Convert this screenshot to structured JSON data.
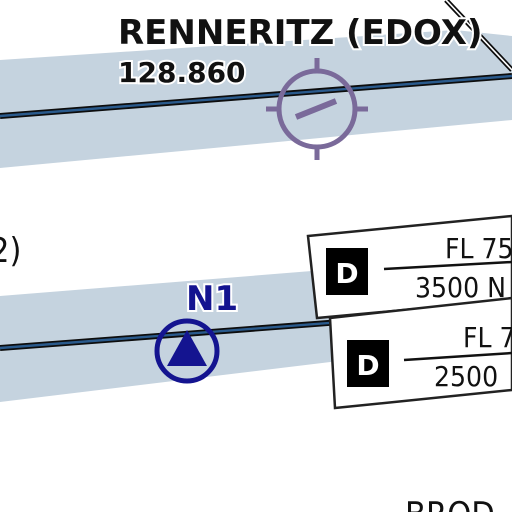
{
  "map": {
    "colors": {
      "background": "#ffffff",
      "airspace_band": "#c5d3df",
      "route_line": "#1f3f66",
      "route_edge": "#0d0d0d",
      "airfield_symbol": "#7a6a9a",
      "reporting_point": "#141490",
      "box_border": "#222222",
      "text": "#111111"
    },
    "airfield": {
      "name": "RENNERITZ (EDOX)",
      "frequency": "128.860",
      "icon": "airfield-symbol-icon"
    },
    "reporting_point": {
      "name": "N1",
      "icon": "filled-triangle-in-circle-icon"
    },
    "airspace_boxes": [
      {
        "class": "D",
        "upper": "FL 75",
        "lower": "3500 N"
      },
      {
        "class": "D",
        "upper": "FL 7",
        "lower": "2500"
      }
    ],
    "partial_labels": {
      "left_paren": "2)",
      "bottom": "BROD"
    }
  }
}
